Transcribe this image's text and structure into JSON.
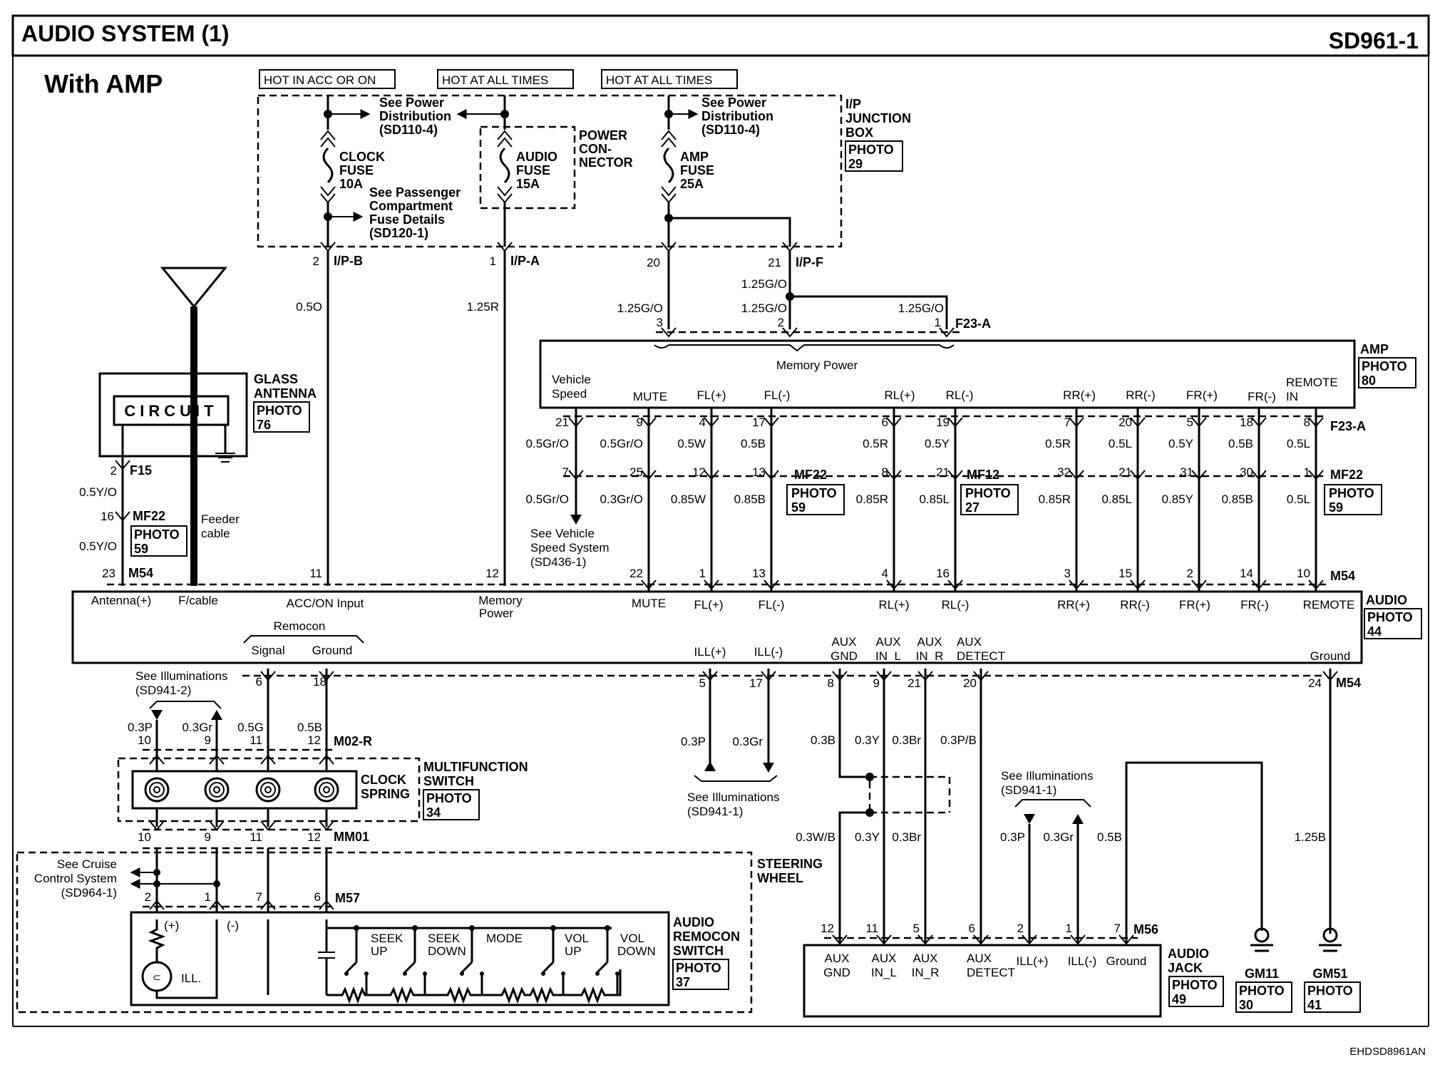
{
  "header": {
    "title": "AUDIO SYSTEM (1)",
    "code": "SD961-1",
    "variant": "With AMP",
    "footer_code": "EHDSD8961AN"
  },
  "hot_labels": [
    "HOT IN ACC OR ON",
    "HOT AT ALL TIMES",
    "HOT AT ALL TIMES"
  ],
  "junction_box": {
    "label": [
      "I/P",
      "JUNCTION",
      "BOX"
    ],
    "photo": [
      "PHOTO",
      "29"
    ],
    "see_power_1": [
      "See Power",
      "Distribution",
      "(SD110-4)"
    ],
    "see_power_2": [
      "See Power",
      "Distribution",
      "(SD110-4)"
    ],
    "clock_fuse": [
      "CLOCK",
      "FUSE",
      "10A"
    ],
    "audio_fuse": [
      "AUDIO",
      "FUSE",
      "15A"
    ],
    "amp_fuse": [
      "AMP",
      "FUSE",
      "25A"
    ],
    "power_connector": [
      "POWER",
      "CON-",
      "NECTOR"
    ],
    "see_passenger": [
      "See Passenger",
      "Compartment",
      "Fuse Details",
      "(SD120-1)"
    ]
  },
  "connectors": {
    "ipb": "I/P-B",
    "ipa": "I/P-A",
    "ipf": "I/P-F",
    "f23a": "F23-A",
    "f15": "F15",
    "mf22": "MF22",
    "mf12": "MF12",
    "m54": "M54",
    "m02r": "M02-R",
    "mm01": "MM01",
    "m57": "M57",
    "m56": "M56"
  },
  "pins": {
    "ipb": "2",
    "ipa": "1",
    "ipf_20": "20",
    "ipf_21": "21",
    "f23a_3": "3",
    "f23a_2": "2",
    "f23a_1": "1",
    "f15": "2",
    "mf22_ant": "16",
    "m54_ant": "23",
    "m54_acc": "11",
    "m54_mem": "12",
    "f23a_row": [
      "21",
      "9",
      "4",
      "17",
      "6",
      "19",
      "7",
      "20",
      "5",
      "18",
      "8"
    ],
    "mf_row": [
      "7",
      "25",
      "12",
      "13",
      "8",
      "21",
      "32",
      "21",
      "31",
      "30",
      "1"
    ],
    "m54_row": [
      "22",
      "1",
      "13",
      "4",
      "16",
      "3",
      "15",
      "2",
      "14",
      "10"
    ],
    "m54_bottom": [
      "6",
      "18",
      "5",
      "17",
      "8",
      "9",
      "21",
      "20",
      "24"
    ],
    "m02r": [
      "10",
      "9",
      "11",
      "12"
    ],
    "mm01": [
      "10",
      "9",
      "11",
      "12"
    ],
    "m57": [
      "2",
      "1",
      "7",
      "6"
    ],
    "m56": [
      "12",
      "11",
      "5",
      "6",
      "2",
      "1",
      "7"
    ]
  },
  "wires": {
    "w05o": "0.5O",
    "w125r": "1.25R",
    "w125go": "1.25G/O",
    "w05yo": "0.5Y/O",
    "row1": [
      "0.5Gr/O",
      "0.5Gr/O",
      "0.5W",
      "0.5B",
      "0.5R",
      "0.5Y",
      "0.5R",
      "0.5L",
      "0.5Y",
      "0.5B",
      "0.5L"
    ],
    "row2": [
      "0.5Gr/O",
      "0.3Gr/O",
      "0.85W",
      "0.85B",
      "0.85R",
      "0.85L",
      "0.85R",
      "0.85L",
      "0.85Y",
      "0.85B",
      "0.5L"
    ],
    "remocon": [
      "0.3P",
      "0.3Gr",
      "0.5G",
      "0.5B"
    ],
    "ill": [
      "0.3P",
      "0.3Gr"
    ],
    "aux1": [
      "0.3B",
      "0.3Y",
      "0.3Br",
      "0.3P/B"
    ],
    "aux2": [
      "0.3W/B",
      "0.3Y",
      "0.3Br"
    ],
    "jack_ill": [
      "0.3P",
      "0.3Gr",
      "0.5B"
    ],
    "ground": "1.25B"
  },
  "amp": {
    "label": "AMP",
    "photo": [
      "PHOTO",
      "80"
    ],
    "memory_power": "Memory Power",
    "terminals": [
      "Vehicle",
      "Speed",
      "MUTE",
      "FL(+)",
      "FL(-)",
      "RL(+)",
      "RL(-)",
      "RR(+)",
      "RR(-)",
      "FR(+)",
      "FR(-)",
      "REMOTE",
      "IN"
    ]
  },
  "glass_antenna": {
    "label": [
      "GLASS",
      "ANTENNA"
    ],
    "photo": [
      "PHOTO",
      "76"
    ],
    "circuit": "CIRCUIT",
    "feeder": [
      "Feeder",
      "cable"
    ]
  },
  "photos": {
    "mf22": [
      "PHOTO",
      "59"
    ],
    "mf12": [
      "PHOTO",
      "27"
    ]
  },
  "see_vehicle_speed": [
    "See Vehicle",
    "Speed System",
    "(SD436-1)"
  ],
  "audio": {
    "label": "AUDIO",
    "photo": [
      "PHOTO",
      "44"
    ],
    "terminals_top": [
      "Antenna(+)",
      "F/cable",
      "ACC/ON Input",
      "Memory",
      "Power",
      "MUTE",
      "FL(+)",
      "FL(-)",
      "RL(+)",
      "RL(-)",
      "RR(+)",
      "RR(-)",
      "FR(+)",
      "FR(-)",
      "REMOTE"
    ],
    "remocon": [
      "Remocon",
      "Signal",
      "Ground"
    ],
    "terminals_bottom": [
      "ILL(+)",
      "ILL(-)",
      "AUX",
      "GND",
      "AUX",
      "IN_L",
      "AUX",
      "IN_R",
      "AUX",
      "DETECT",
      "Ground"
    ]
  },
  "see_illum_2": [
    "See Illuminations",
    "(SD941-2)"
  ],
  "see_illum_1a": [
    "See Illuminations",
    "(SD941-1)"
  ],
  "see_illum_1b": [
    "See Illuminations",
    "(SD941-1)"
  ],
  "multifunction": {
    "label": [
      "MULTIFUNCTION",
      "SWITCH"
    ],
    "photo": [
      "PHOTO",
      "34"
    ],
    "clock_spring": [
      "CLOCK",
      "SPRING"
    ]
  },
  "steering_wheel": [
    "STEERING",
    "WHEEL"
  ],
  "see_cruise": [
    "See Cruise",
    "Control System",
    "(SD964-1)"
  ],
  "remocon_switch": {
    "label": [
      "AUDIO",
      "REMOCON",
      "SWITCH"
    ],
    "photo": [
      "PHOTO",
      "37"
    ],
    "plus": "(+)",
    "minus": "(-)",
    "ill": "ILL.",
    "buttons": [
      "SEEK",
      "UP",
      "SEEK",
      "DOWN",
      "MODE",
      "VOL",
      "UP",
      "VOL",
      "DOWN"
    ]
  },
  "audio_jack": {
    "label": [
      "AUDIO",
      "JACK"
    ],
    "photo": [
      "PHOTO",
      "49"
    ],
    "terminals": [
      "AUX",
      "GND",
      "AUX",
      "IN_L",
      "AUX",
      "IN_R",
      "AUX",
      "DETECT",
      "ILL(+)",
      "ILL(-)",
      "Ground"
    ]
  },
  "grounds": {
    "gm11": "GM11",
    "gm11_photo": [
      "PHOTO",
      "30"
    ],
    "gm51": "GM51",
    "gm51_photo": [
      "PHOTO",
      "41"
    ]
  }
}
